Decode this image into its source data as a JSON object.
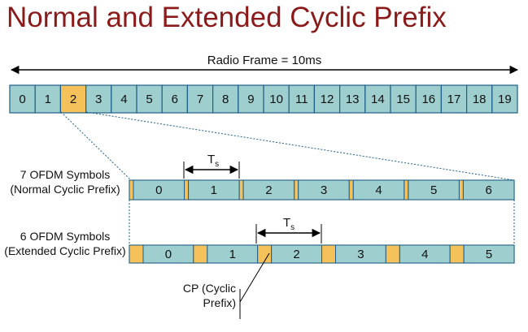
{
  "title": "Normal and Extended Cyclic Prefix",
  "frame": {
    "label": "Radio Frame = 10ms",
    "slots": [
      "0",
      "1",
      "2",
      "3",
      "4",
      "5",
      "6",
      "7",
      "8",
      "9",
      "10",
      "11",
      "12",
      "13",
      "14",
      "15",
      "16",
      "17",
      "18",
      "19"
    ],
    "highlighted_slot": 2
  },
  "normal": {
    "label": "7 OFDM Symbols (Normal Cyclic Prefix)",
    "symbols": [
      "0",
      "1",
      "2",
      "3",
      "4",
      "5",
      "6"
    ],
    "ts_label": "T",
    "ts_sub": "s"
  },
  "extended": {
    "label": "6 OFDM Symbols (Extended Cyclic Prefix)",
    "symbols": [
      "0",
      "1",
      "2",
      "3",
      "4",
      "5"
    ],
    "ts_label": "T",
    "ts_sub": "s"
  },
  "cp_label": "CP (Cyclic Prefix)",
  "colors": {
    "title": "#8b1a1a",
    "cell": "#9ecece",
    "cell_border": "#1f5f88",
    "cp": "#f5c15a"
  }
}
